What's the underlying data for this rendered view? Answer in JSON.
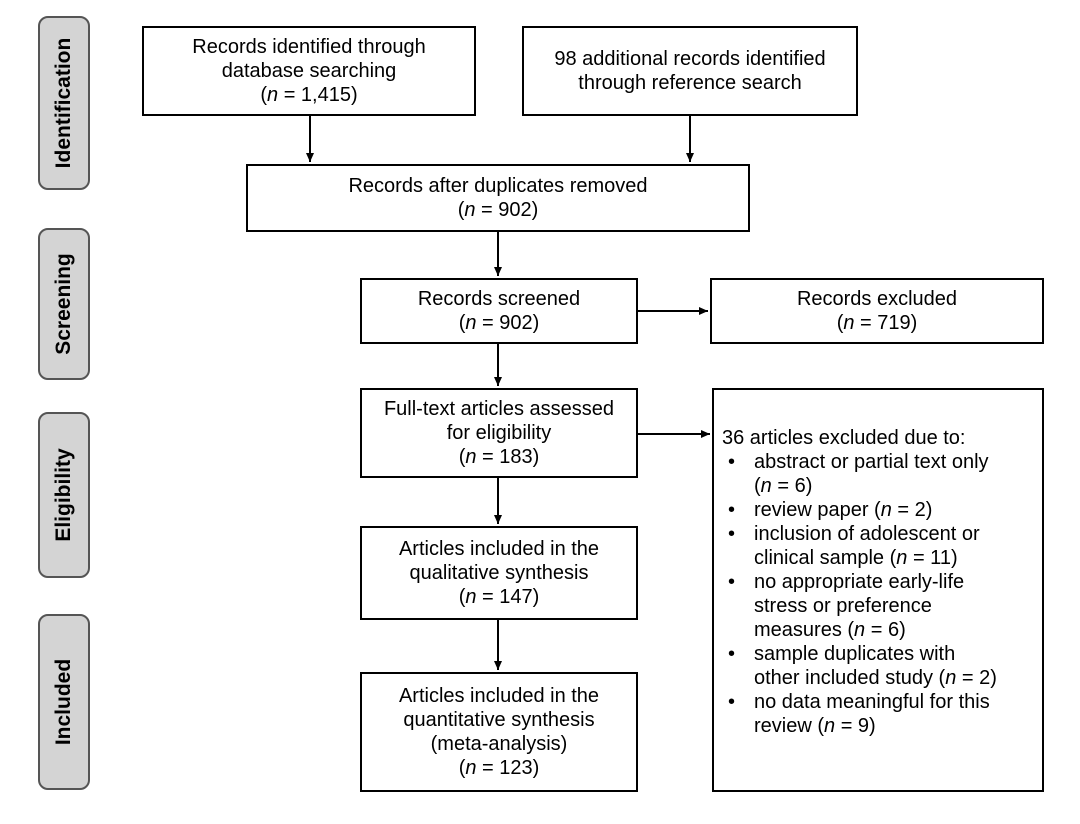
{
  "phases": [
    "Identification",
    "Screening",
    "Eligibility",
    "Included"
  ],
  "boxes": {
    "database": {
      "lines": [
        "Records identified through",
        "database searching"
      ],
      "n_italic": "n",
      "n_rest": " = 1,415)"
    },
    "additional": {
      "lines": [
        "98 additional records identified",
        "through reference search"
      ]
    },
    "duplicates": {
      "lines": [
        "Records after duplicates removed"
      ],
      "n_italic": "n",
      "n_rest": " = 902)"
    },
    "screened": {
      "lines": [
        "Records screened"
      ],
      "n_italic": "n",
      "n_rest": " = 902)"
    },
    "excluded": {
      "lines": [
        "Records excluded"
      ],
      "n_italic": "n",
      "n_rest": " = 719)"
    },
    "fulltext": {
      "lines": [
        "Full-text articles assessed",
        "for eligibility"
      ],
      "n_italic": "n",
      "n_rest": " = 183)"
    },
    "qualitative": {
      "lines": [
        "Articles included in the",
        "qualitative synthesis"
      ],
      "n_italic": "n",
      "n_rest": " = 147)"
    },
    "quantitative": {
      "lines": [
        "Articles included in the",
        "quantitative synthesis",
        "(meta-analysis)"
      ],
      "n_italic": "n",
      "n_rest": " = 123)"
    }
  },
  "exclusions": {
    "heading": "36 articles excluded due to:",
    "items": [
      {
        "lines": [
          "abstract or partial text only",
          "("
        ],
        "n": "n",
        "rest": " = 6)"
      },
      {
        "lines": [
          "review paper ("
        ],
        "n": "n",
        "rest": " = 2)"
      },
      {
        "lines": [
          "inclusion of adolescent or",
          "clinical sample ("
        ],
        "n": "n",
        "rest": " = 11)"
      },
      {
        "lines": [
          "no appropriate early-life",
          "stress or preference",
          "measures ("
        ],
        "n": "n",
        "rest": " = 6)"
      },
      {
        "lines": [
          "sample duplicates with",
          "other included study ("
        ],
        "n": "n",
        "rest": " = 2)"
      },
      {
        "lines": [
          "no data meaningful for this",
          "review ("
        ],
        "n": "n",
        "rest": " = 9)"
      }
    ]
  }
}
